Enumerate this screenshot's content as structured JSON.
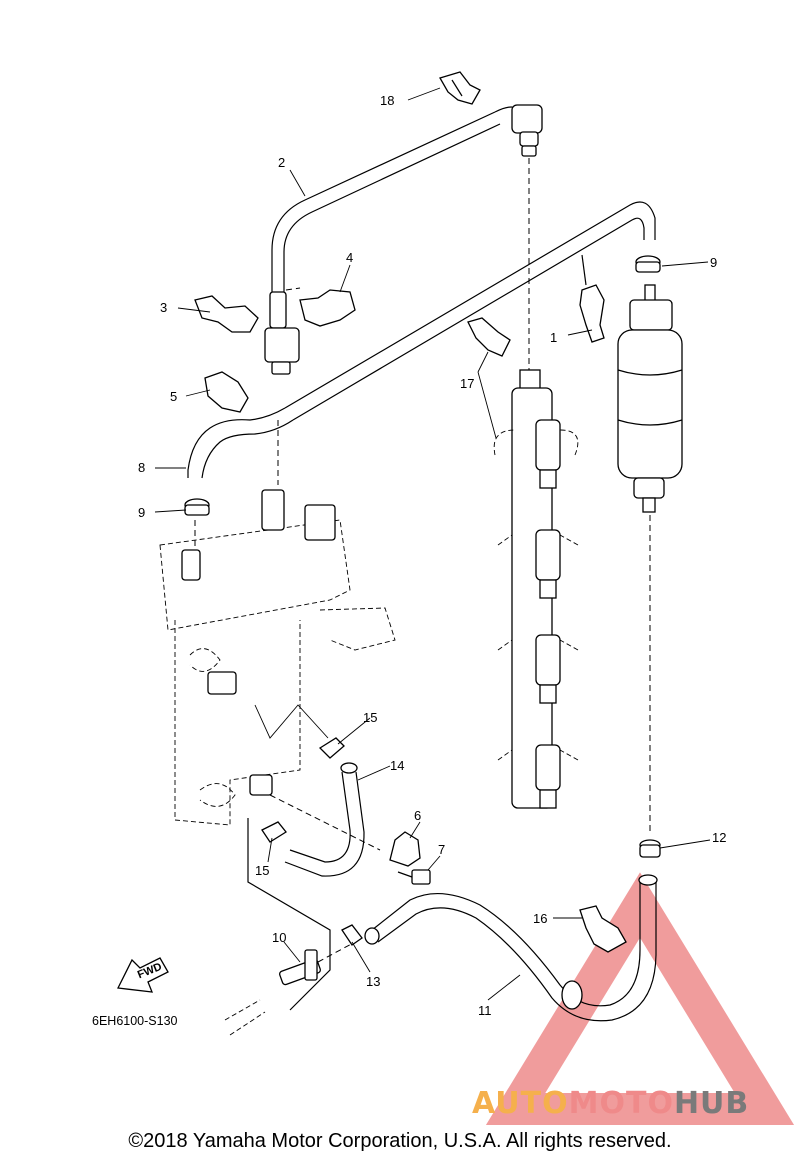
{
  "diagram": {
    "callouts": [
      {
        "id": "1",
        "label": "1"
      },
      {
        "id": "2",
        "label": "2"
      },
      {
        "id": "3",
        "label": "3"
      },
      {
        "id": "4",
        "label": "4"
      },
      {
        "id": "5",
        "label": "5"
      },
      {
        "id": "6",
        "label": "6"
      },
      {
        "id": "7",
        "label": "7"
      },
      {
        "id": "8",
        "label": "8"
      },
      {
        "id": "9a",
        "label": "9"
      },
      {
        "id": "9b",
        "label": "9"
      },
      {
        "id": "10",
        "label": "10"
      },
      {
        "id": "11",
        "label": "11"
      },
      {
        "id": "12",
        "label": "12"
      },
      {
        "id": "13",
        "label": "13"
      },
      {
        "id": "14",
        "label": "14"
      },
      {
        "id": "15a",
        "label": "15"
      },
      {
        "id": "15b",
        "label": "15"
      },
      {
        "id": "16",
        "label": "16"
      },
      {
        "id": "17",
        "label": "17"
      },
      {
        "id": "18",
        "label": "18"
      }
    ],
    "fwd_label": "FWD",
    "diagram_code": "6EH6100-S130"
  },
  "watermark": {
    "part1": "AUTO",
    "part2": "MOTO",
    "part3": "HUB",
    "color1": "#f5b04c",
    "color2": "#ef8a8a",
    "color3": "#7a7a7a"
  },
  "copyright": "©2018 Yamaha Motor Corporation, U.S.A. All rights reserved."
}
